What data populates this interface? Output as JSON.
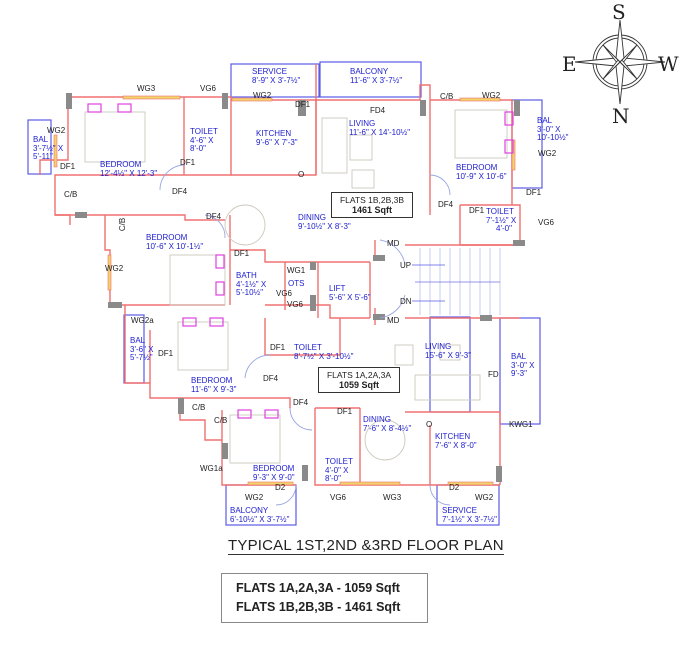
{
  "title": "TYPICAL 1ST,2ND &3RD FLOOR PLAN",
  "summary": {
    "line1": "FLATS 1A,2A,3A - 1059 Sqft",
    "line2": "FLATS 1B,2B,3B - 1461 Sqft"
  },
  "compass": {
    "top": "S",
    "bottom": "N",
    "left": "E",
    "right": "W"
  },
  "flat_b_box": {
    "name": "FLATS 1B,2B,3B",
    "area": "1461 Sqft"
  },
  "flat_a_box": {
    "name": "FLATS 1A,2A,3A",
    "area": "1059 Sqft"
  },
  "rooms": {
    "service_b": {
      "name": "SERVICE",
      "dims": "8'-9\" X 3'-7½\""
    },
    "balcony_b": {
      "name": "BALCONY",
      "dims": "11'-6\" X 3'-7½\""
    },
    "toilet_b1": {
      "name": "TOILET",
      "dims1": "4'-6\" X",
      "dims2": "8'-0\""
    },
    "kitchen_b": {
      "name": "KITCHEN",
      "dims": "9'-6\" X 7'-3\""
    },
    "living_b": {
      "name": "LIVING",
      "dims": "11'-6\" X 14'-10½\""
    },
    "bal_b1": {
      "name": "BAL",
      "dims1": "3'-7½\" X",
      "dims2": "5'-11\""
    },
    "bedroom_b1": {
      "name": "BEDROOM",
      "dims": "12'-4½\" X 12'-3\""
    },
    "bedroom_b2": {
      "name": "BEDROOM",
      "dims": "10'-9\" X 10'-6\""
    },
    "bal_b2": {
      "name": "BAL",
      "dims1": "3'-0\" X",
      "dims2": "10'-10½\""
    },
    "toilet_b2": {
      "name": "TOILET",
      "dims1": "7'-1½\" X",
      "dims2": "4'-0\""
    },
    "dining_b": {
      "name": "DINING",
      "dims": "9'-10½\" X 8'-3\""
    },
    "bedroom_b3": {
      "name": "BEDROOM",
      "dims": "10'-6\" X 10'-1½\""
    },
    "bath_b": {
      "name": "BATH",
      "dims1": "4'-1½\" X",
      "dims2": "5'-10½\""
    },
    "ots": {
      "name": "OTS"
    },
    "lift": {
      "name": "LIFT",
      "dims": "5'-6\" X 5'-6\""
    },
    "bal_a1": {
      "name": "BAL",
      "dims1": "3'-6\" X",
      "dims2": "5'-7½\""
    },
    "toilet_a1": {
      "name": "TOILET",
      "dims": "8'-7½\" X 3'-10½\""
    },
    "bedroom_a1": {
      "name": "BEDROOM",
      "dims": "11'-6\" X 9'-3\""
    },
    "living_a": {
      "name": "LIVING",
      "dims": "15'-6\" X 9'-3\""
    },
    "bal_a2": {
      "name": "BAL",
      "dims1": "3'-0\" X",
      "dims2": "9'-3\""
    },
    "dining_a": {
      "name": "DINING",
      "dims": "7'-6\" X 8'-4½\""
    },
    "kitchen_a": {
      "name": "KITCHEN",
      "dims": "7'-6\" X 8'-0\""
    },
    "bedroom_a2": {
      "name": "BEDROOM",
      "dims": "9'-3\" X 9'-0\""
    },
    "toilet_a2": {
      "name": "TOILET",
      "dims1": "4'-0\" X",
      "dims2": "8'-0\""
    },
    "balcony_a": {
      "name": "BALCONY",
      "dims": "6'-10½\" X 3'-7½\""
    },
    "service_a": {
      "name": "SERVICE",
      "dims": "7'-1½\" X 3'-7½\""
    }
  },
  "tags": {
    "wg3_top": "WG3",
    "vg6_top": "VG6",
    "wg2_service": "WG2",
    "df1_service": "DF1",
    "fd4": "FD4",
    "cb_top": "C/B",
    "wg2_top_right": "WG2",
    "wg2_bal_left": "WG2",
    "df1_bal_left": "DF1",
    "df1_toilet_b1": "DF1",
    "o_kitchen": "O",
    "cb_left": "C/B",
    "df4_a": "DF4",
    "df4_b": "DF4",
    "df4_c": "DF4",
    "wg2_right": "WG2",
    "df1_right": "DF1",
    "df1_toilet_b2": "DF1",
    "vg6_right": "VG6",
    "cb_bed3": "C/B",
    "wg2_bed3": "WG2",
    "df1_bath": "DF1",
    "wg1": "WG1",
    "vg6_ots_left": "VG6",
    "vg6_ots_bottom": "VG6",
    "md_top": "MD",
    "up": "UP",
    "dn": "DN",
    "md_bottom": "MD",
    "wg2a": "WG2a",
    "df1_bal_a1": "DF1",
    "df1_toilet_a1": "DF1",
    "df4_a1": "DF4",
    "fd": "FD",
    "cb_a1": "C/B",
    "cb_a2": "C/B",
    "df4_a2": "DF4",
    "df1_toilet_a2": "DF1",
    "o_dining": "O",
    "kwg1": "KWG1",
    "wg1a": "WG1a",
    "d2_balcony": "D2",
    "wg2_balcony": "WG2",
    "vg6_bottom": "VG6",
    "wg3_bottom": "WG3",
    "d2_service": "D2",
    "wg2_service_a": "WG2"
  },
  "colors": {
    "wall": "#f07070",
    "balcony_outline": "#5a5ae6",
    "room_label": "#2020d0",
    "column": "#8a8a8a",
    "window": "#f2d26a",
    "furniture": "#cdc8bd",
    "bed_pillow": "#e040e0"
  }
}
